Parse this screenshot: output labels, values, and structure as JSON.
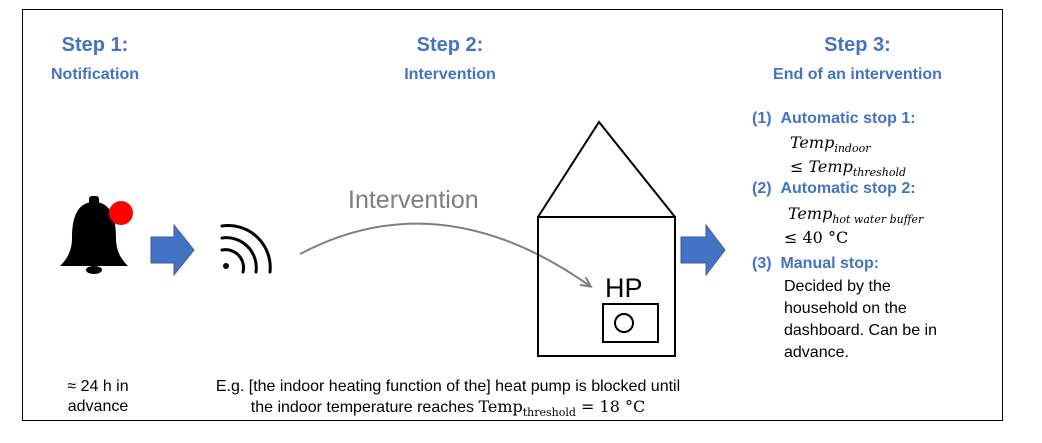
{
  "steps": [
    {
      "title": "Step 1:",
      "subtitle": "Notification"
    },
    {
      "title": "Step 2:",
      "subtitle": "Intervention"
    },
    {
      "title": "Step 3:",
      "subtitle": "End of an intervention"
    }
  ],
  "arrow_label": "Intervention",
  "house_label": "HP",
  "stops": {
    "s1": {
      "num": "(1)",
      "label": "Automatic stop 1:",
      "lhs_main": "Temp",
      "lhs_sub": "indoor",
      "op": "≤",
      "rhs_main": "Temp",
      "rhs_sub": "threshold"
    },
    "s2": {
      "num": "(2)",
      "label": "Automatic stop 2:",
      "lhs_main": "Temp",
      "lhs_sub": "hot water buffer",
      "op": "≤",
      "rhs": "40 °C"
    },
    "s3": {
      "num": "(3)",
      "label": "Manual stop:",
      "lines": [
        "Decided by the",
        "household on the",
        "dashboard. Can be in",
        "advance."
      ]
    }
  },
  "bottom_left": {
    "line1": "≈ 24 h in",
    "line2": "advance"
  },
  "bottom_mid": {
    "line1": "E.g. [the indoor heating function of the] heat pump is blocked until",
    "line2_prefix": "the indoor temperature reaches ",
    "temp_main": "Temp",
    "temp_sub": "threshold",
    "temp_value": " = 18 °C"
  },
  "colors": {
    "accent": "#4472C4",
    "bell_dot": "#FF0000",
    "arrow_fill": "#4472C4",
    "arc_stroke": "#7F7F7F"
  }
}
